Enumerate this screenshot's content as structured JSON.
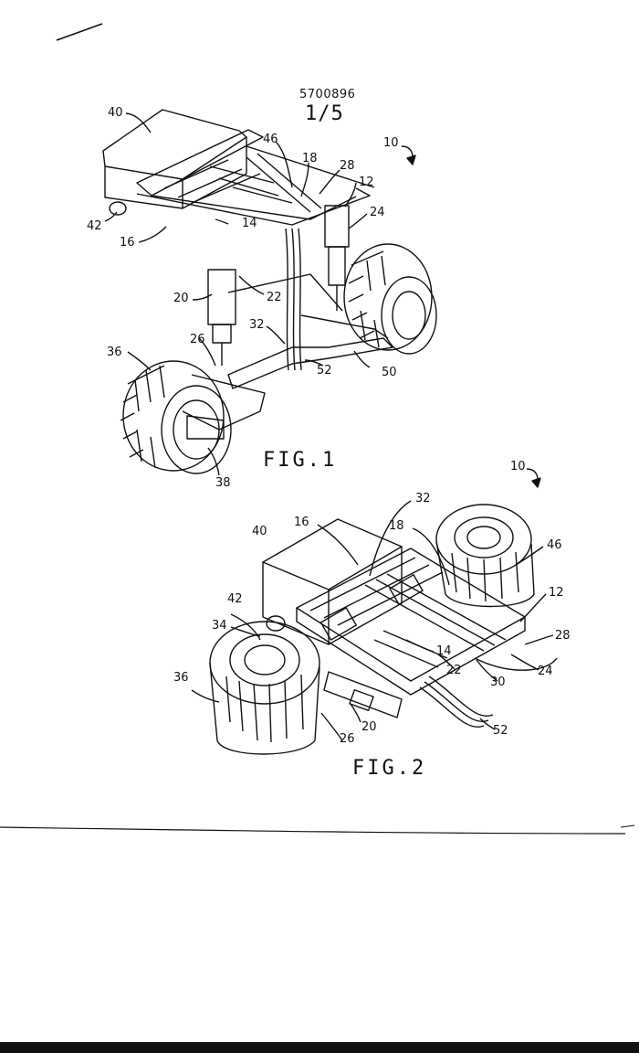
{
  "header": {
    "patent_number": "5700896",
    "sheet": "1/5"
  },
  "figures": [
    {
      "caption": "FIG.1",
      "reference_numerals": [
        "40",
        "46",
        "18",
        "28",
        "10",
        "12",
        "24",
        "42",
        "14",
        "16",
        "20",
        "22",
        "32",
        "26",
        "36",
        "52",
        "50",
        "38"
      ]
    },
    {
      "caption": "FIG.2",
      "reference_numerals": [
        "10",
        "32",
        "16",
        "18",
        "40",
        "46",
        "42",
        "12",
        "34",
        "28",
        "14",
        "22",
        "30",
        "24",
        "36",
        "20",
        "26",
        "52"
      ]
    }
  ],
  "colors": {
    "ink": "#111111",
    "paper": "#ffffff"
  }
}
